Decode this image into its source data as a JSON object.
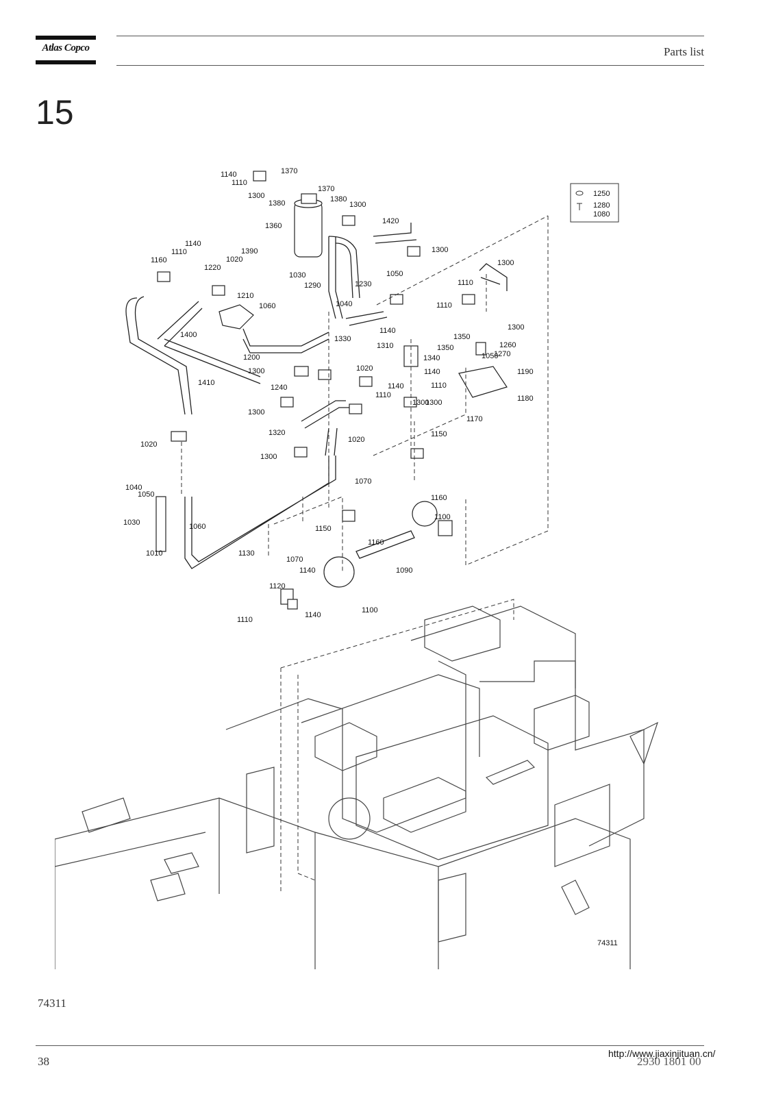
{
  "header": {
    "brand": "Atlas Copco",
    "title": "Parts list"
  },
  "section_number": "15",
  "diagram": {
    "figure_code": "74311",
    "inner_code": "74311",
    "legend_labels": [
      "1250",
      "1280",
      "1080"
    ],
    "part_labels": [
      "1140",
      "1110",
      "1300",
      "1370",
      "1380",
      "1370",
      "1380",
      "1300",
      "1360",
      "1420",
      "1300",
      "1140",
      "1110",
      "1160",
      "1390",
      "1020",
      "1220",
      "1210",
      "1060",
      "1030",
      "1290",
      "1230",
      "1050",
      "1040",
      "1330",
      "1300",
      "1110",
      "1110",
      "1140",
      "1300",
      "1350",
      "1350",
      "1310",
      "1340",
      "1260",
      "1270",
      "1400",
      "1200",
      "1410",
      "1300",
      "1020",
      "1240",
      "1140",
      "1140",
      "1110",
      "1050",
      "1190",
      "1300",
      "1110",
      "1300",
      "1180",
      "1170",
      "1300",
      "1320",
      "1020",
      "1150",
      "1020",
      "1300",
      "1070",
      "1040",
      "1050",
      "1160",
      "1030",
      "1060",
      "1100",
      "1150",
      "1160",
      "1010",
      "1130",
      "1070",
      "1090",
      "1140",
      "1120",
      "1100",
      "1140",
      "1110"
    ]
  },
  "footer": {
    "figure_code": "74311",
    "page_number": "38",
    "doc_number": "2930 1801 00",
    "url": "http://www.jiaxinjituan.cn/"
  }
}
